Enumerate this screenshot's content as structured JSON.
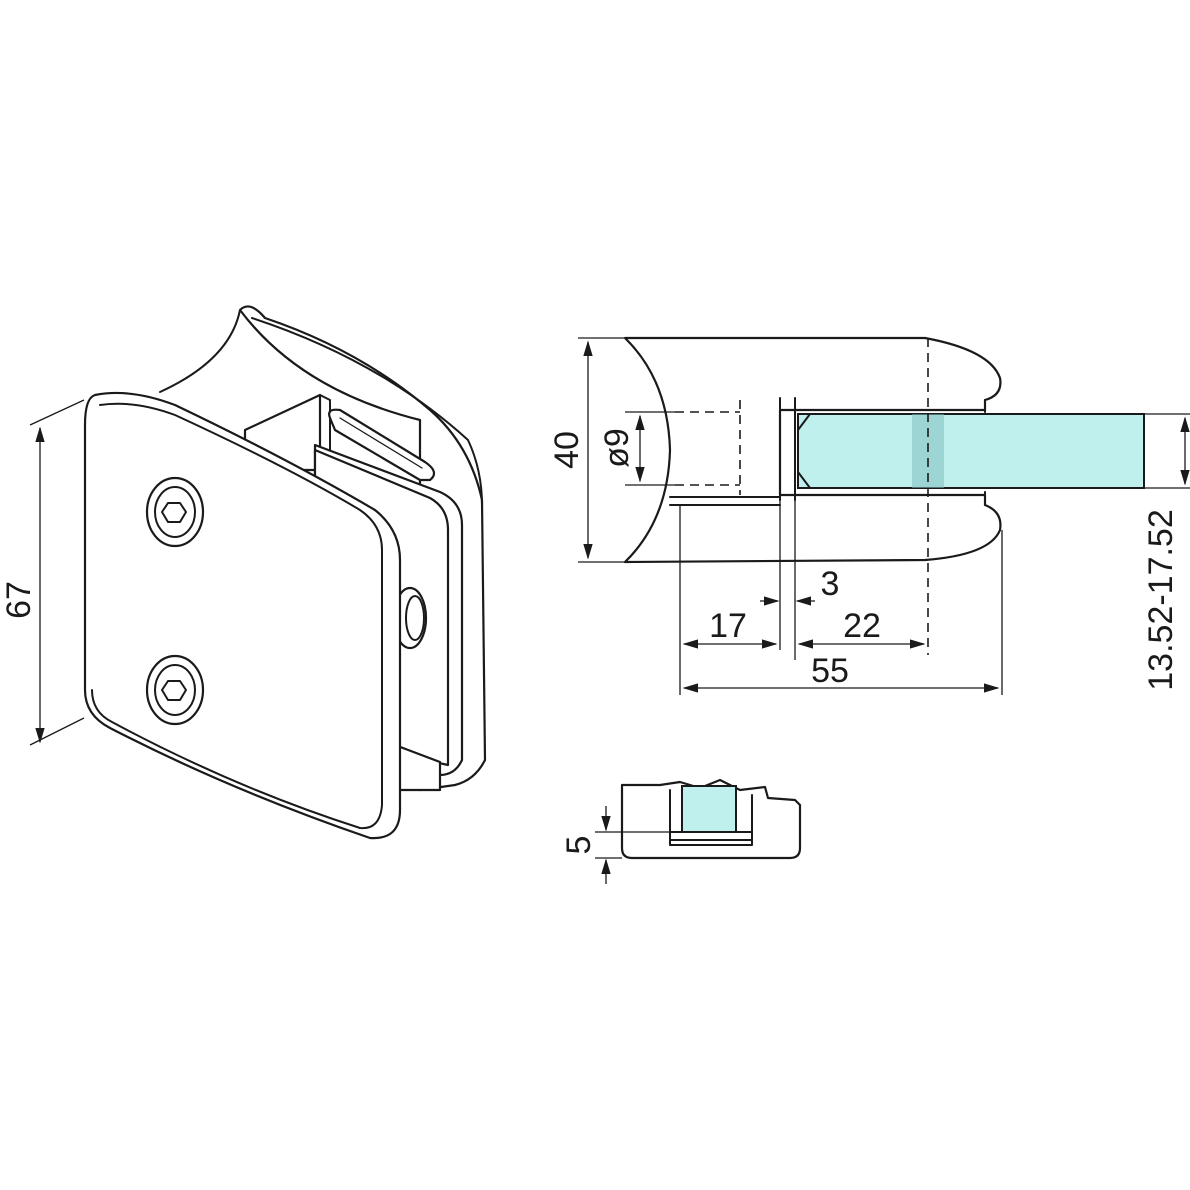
{
  "diagram": {
    "dimensions": {
      "height_iso": "67",
      "side_height": "40",
      "bore_diameter": "ø9",
      "gap": "3",
      "depth_to_slot": "17",
      "glass_insert": "22",
      "overall_depth": "55",
      "glass_thickness_range": "13.52-17.52",
      "section_height": "5"
    },
    "colors": {
      "line": "#1a1a1a",
      "glass": "#bff0ee",
      "background": "#ffffff"
    }
  }
}
